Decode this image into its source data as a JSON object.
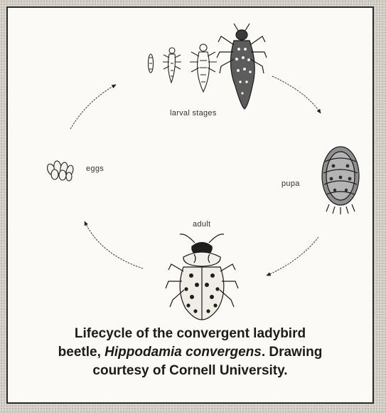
{
  "labels": {
    "larval": "larval stages",
    "eggs": "eggs",
    "pupa": "pupa",
    "adult": "adult"
  },
  "caption": {
    "line1": "Lifecycle of the convergent ladybird",
    "line2_pre": "beetle, ",
    "line2_species": "Hippodamia convergens",
    "line2_post": ". Drawing",
    "line3": "courtesy of Cornell University."
  }
}
